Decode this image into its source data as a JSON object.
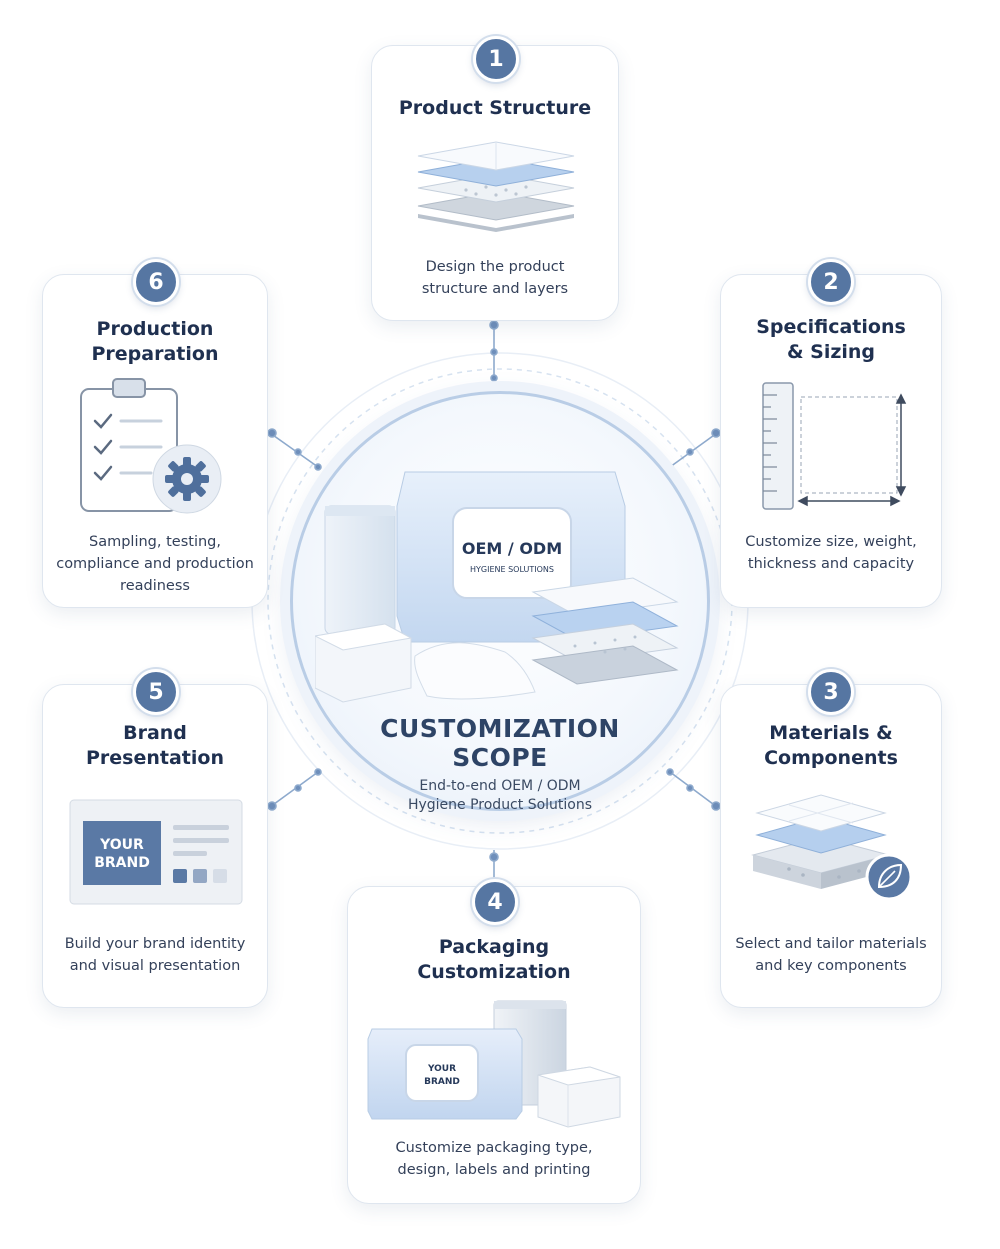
{
  "hub": {
    "title_line1": "CUSTOMIZATION",
    "title_line2": "SCOPE",
    "subtitle_line1": "End-to-end OEM / ODM",
    "subtitle_line2": "Hygiene Product Solutions",
    "pack_label_line1": "OEM / ODM",
    "pack_label_line2": "HYGIENE SOLUTIONS"
  },
  "cards": [
    {
      "number": "1",
      "title_line1": "Product Structure",
      "desc_line1": "Design the product",
      "desc_line2": "structure and layers",
      "icon": "layered-sheets-icon"
    },
    {
      "number": "2",
      "title_line1": "Specifications",
      "title_line2": "& Sizing",
      "desc_line1": "Customize size, weight,",
      "desc_line2": "thickness and capacity",
      "icon": "ruler-dimension-icon"
    },
    {
      "number": "3",
      "title_line1": "Materials &",
      "title_line2": "Components",
      "desc_line1": "Select and tailor materials",
      "desc_line2": "and key components",
      "icon": "leaf-icon"
    },
    {
      "number": "4",
      "title_line1": "Packaging",
      "title_line2": "Customization",
      "desc_line1": "Customize packaging type,",
      "desc_line2": "design, labels and printing",
      "pack_label_line1": "YOUR",
      "pack_label_line2": "BRAND",
      "icon": "package-icon"
    },
    {
      "number": "5",
      "title_line1": "Brand",
      "title_line2": "Presentation",
      "desc_line1": "Build your brand identity",
      "desc_line2": "and visual presentation",
      "brand_line1": "YOUR",
      "brand_line2": "BRAND",
      "icon": "brand-card-icon"
    },
    {
      "number": "6",
      "title_line1": "Production",
      "title_line2": "Preparation",
      "desc_line1": "Sampling, testing,",
      "desc_line2": "compliance and production",
      "desc_line3": "readiness",
      "icon": "clipboard-gear-icon"
    }
  ],
  "colors": {
    "accent": "#5676a2",
    "light_blue": "#cfe0f4",
    "card_border": "#dfe6ef",
    "title_text": "#1f3050"
  }
}
